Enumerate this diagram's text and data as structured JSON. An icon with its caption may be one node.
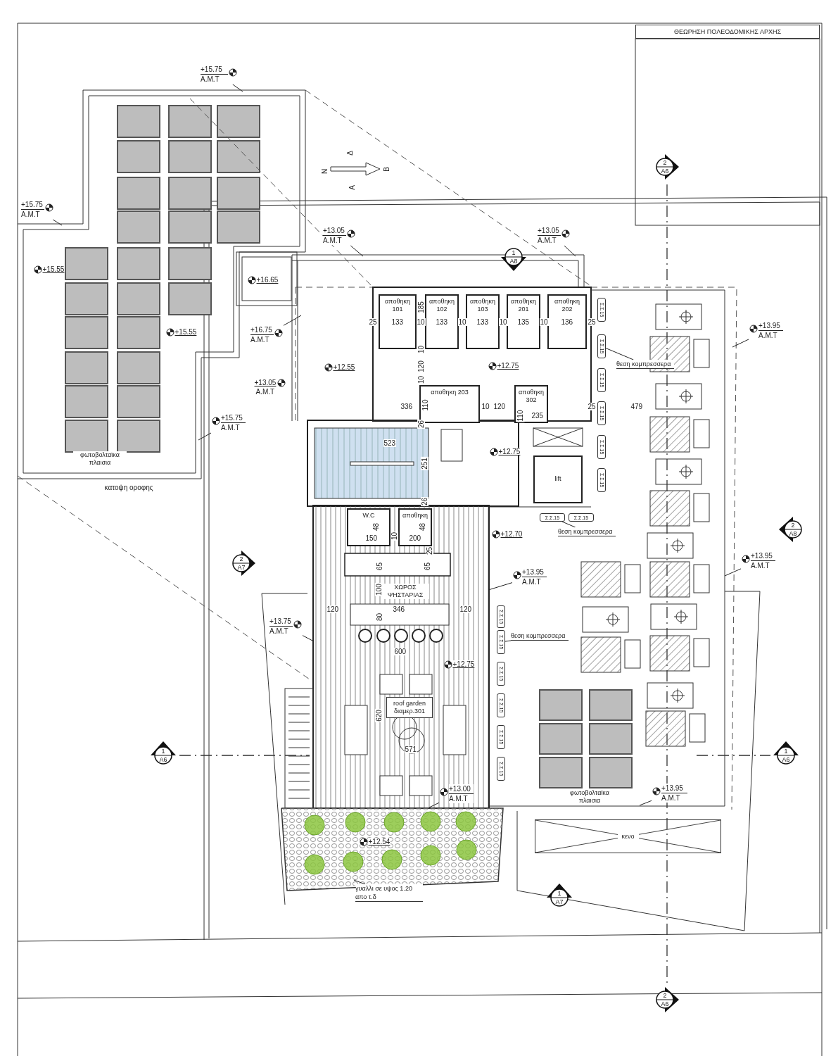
{
  "diagram": {
    "nodes": [
      {
        "text": [
          "ΘΕΩΡΗΣΗ ΠΟΛΕΟΔΟΜΙΚΗΣ ΑΡΧΗΣ"
        ]
      },
      {
        "text": [
          "+15.75",
          "A.M.T"
        ]
      },
      {
        "text": [
          "2",
          "A6"
        ]
      },
      {
        "text": [
          "+15.75",
          "A.M.T"
        ]
      },
      {
        "text": [
          "+13.05",
          "A.M.T"
        ]
      },
      {
        "text": [
          "+13.05",
          "A.M.T"
        ]
      },
      {
        "text": [
          "1",
          "A8"
        ]
      },
      {
        "text": [
          "αποθηκη 101"
        ]
      },
      {
        "text": [
          "αποθηκη 102"
        ]
      },
      {
        "text": [
          "αποθηκη 103"
        ]
      },
      {
        "text": [
          "αποθηκη 201"
        ]
      },
      {
        "text": [
          "αποθηκη 202"
        ]
      },
      {
        "text": [
          "Σ.Σ.15"
        ]
      },
      {
        "text": [
          "+16.75",
          "A.M.T"
        ]
      },
      {
        "text": [
          "+13.95",
          "A.M.T"
        ]
      },
      {
        "text": [
          "Σ.Σ.15"
        ]
      },
      {
        "text": [
          "θεση κομπρεσσερα"
        ]
      },
      {
        "text": [
          "Σ.Σ.15"
        ]
      },
      {
        "text": [
          "αποθηκη 203"
        ]
      },
      {
        "text": [
          "αποθηκη 302"
        ]
      },
      {
        "text": [
          "Σ.Σ.15"
        ]
      },
      {
        "text": [
          "+15.75",
          "A.M.T"
        ]
      },
      {
        "text": [
          "Σ.Σ.15"
        ]
      },
      {
        "text": [
          "lift"
        ]
      },
      {
        "text": [
          "Σ.Σ.15"
        ]
      },
      {
        "text": [
          "W.C"
        ]
      },
      {
        "text": [
          "αποθηκη"
        ]
      },
      {
        "text": [
          "Σ.Σ.15"
        ]
      },
      {
        "text": [
          "Σ.Σ.15"
        ]
      },
      {
        "text": [
          "θεση κομπρεσσερα"
        ]
      },
      {
        "text": [
          "2",
          "A8"
        ]
      },
      {
        "text": [
          "+13.95",
          "A.M.T"
        ]
      },
      {
        "text": [
          "2",
          "A7"
        ]
      },
      {
        "text": [
          "+13.95",
          "A.M.T"
        ]
      },
      {
        "text": [
          "Σ.Σ.15"
        ]
      },
      {
        "text": [
          "+13.75",
          "A.M.T"
        ]
      },
      {
        "text": [
          "θεση κομπρεσσερα"
        ]
      },
      {
        "text": [
          "Σ.Σ.15"
        ]
      },
      {
        "text": [
          "Σ.Σ.15"
        ]
      },
      {
        "text": [
          "roof garden διαμερ.301"
        ]
      },
      {
        "text": [
          "Σ.Σ.15"
        ]
      },
      {
        "text": [
          "Σ.Σ.15"
        ]
      },
      {
        "text": [
          "1",
          "A6"
        ]
      },
      {
        "text": [
          "1",
          "A6"
        ]
      },
      {
        "text": [
          "Σ.Σ.15"
        ]
      },
      {
        "text": [
          "+13.00",
          "A.M.T"
        ]
      },
      {
        "text": [
          "+13.95",
          "A.M.T"
        ]
      },
      {
        "text": [
          "κενο"
        ]
      },
      {
        "text": [
          "γυαλλι σε υψος 1.20 απο τ.δ"
        ]
      },
      {
        "text": [
          "1",
          "A7"
        ]
      },
      {
        "text": [
          "2",
          "A6"
        ]
      }
    ],
    "edges": [
      {
        "from": 1,
        "to": null,
        "arrow": "none"
      },
      {
        "from": 3,
        "to": null,
        "arrow": "none"
      },
      {
        "from": 4,
        "to": null,
        "arrow": "none"
      },
      {
        "from": 5,
        "to": null,
        "arrow": "none"
      },
      {
        "from": 13,
        "to": null,
        "arrow": "none"
      },
      {
        "from": 14,
        "to": null,
        "arrow": "none"
      },
      {
        "from": 16,
        "to": 15,
        "arrow": "none"
      },
      {
        "from": 21,
        "to": null,
        "arrow": "none"
      },
      {
        "from": 29,
        "to": 27,
        "arrow": "none"
      },
      {
        "from": 31,
        "to": null,
        "arrow": "none"
      },
      {
        "from": 33,
        "to": null,
        "arrow": "none"
      },
      {
        "from": 35,
        "to": null,
        "arrow": "none"
      },
      {
        "from": 36,
        "to": 37,
        "arrow": "none"
      },
      {
        "from": 45,
        "to": null,
        "arrow": "none"
      },
      {
        "from": 46,
        "to": null,
        "arrow": "none"
      },
      {
        "from": 48,
        "to": null,
        "arrow": "none"
      }
    ],
    "labels": [
      "Δ",
      "Ν",
      "Β",
      "Α",
      "+15.55",
      "+16.65",
      "185",
      "25",
      "133",
      "10",
      "133",
      "10",
      "133",
      "10",
      "135",
      "10",
      "136",
      "25",
      "+15.55",
      "10",
      "+12.55",
      "+12.75",
      "120",
      "+13.05",
      "A.M.T",
      "10",
      "336",
      "110",
      "10",
      "120",
      "110",
      "235",
      "25",
      "479",
      "26",
      "523",
      "+12.75",
      "φωτοβολταϊκα πλαισια",
      "251",
      "κατοψη οροφης",
      "26",
      "48",
      "48",
      "150",
      "10",
      "200",
      "+12.70",
      "25",
      "65",
      "65",
      "100",
      "ΧΩΡΟΣ ΨΗΣΤΑΡΙΑΣ",
      "120",
      "346",
      "120",
      "80",
      "600",
      "+12.75",
      "620",
      "571",
      "φωτοβολταϊκα πλαισια",
      "+12.54"
    ]
  }
}
